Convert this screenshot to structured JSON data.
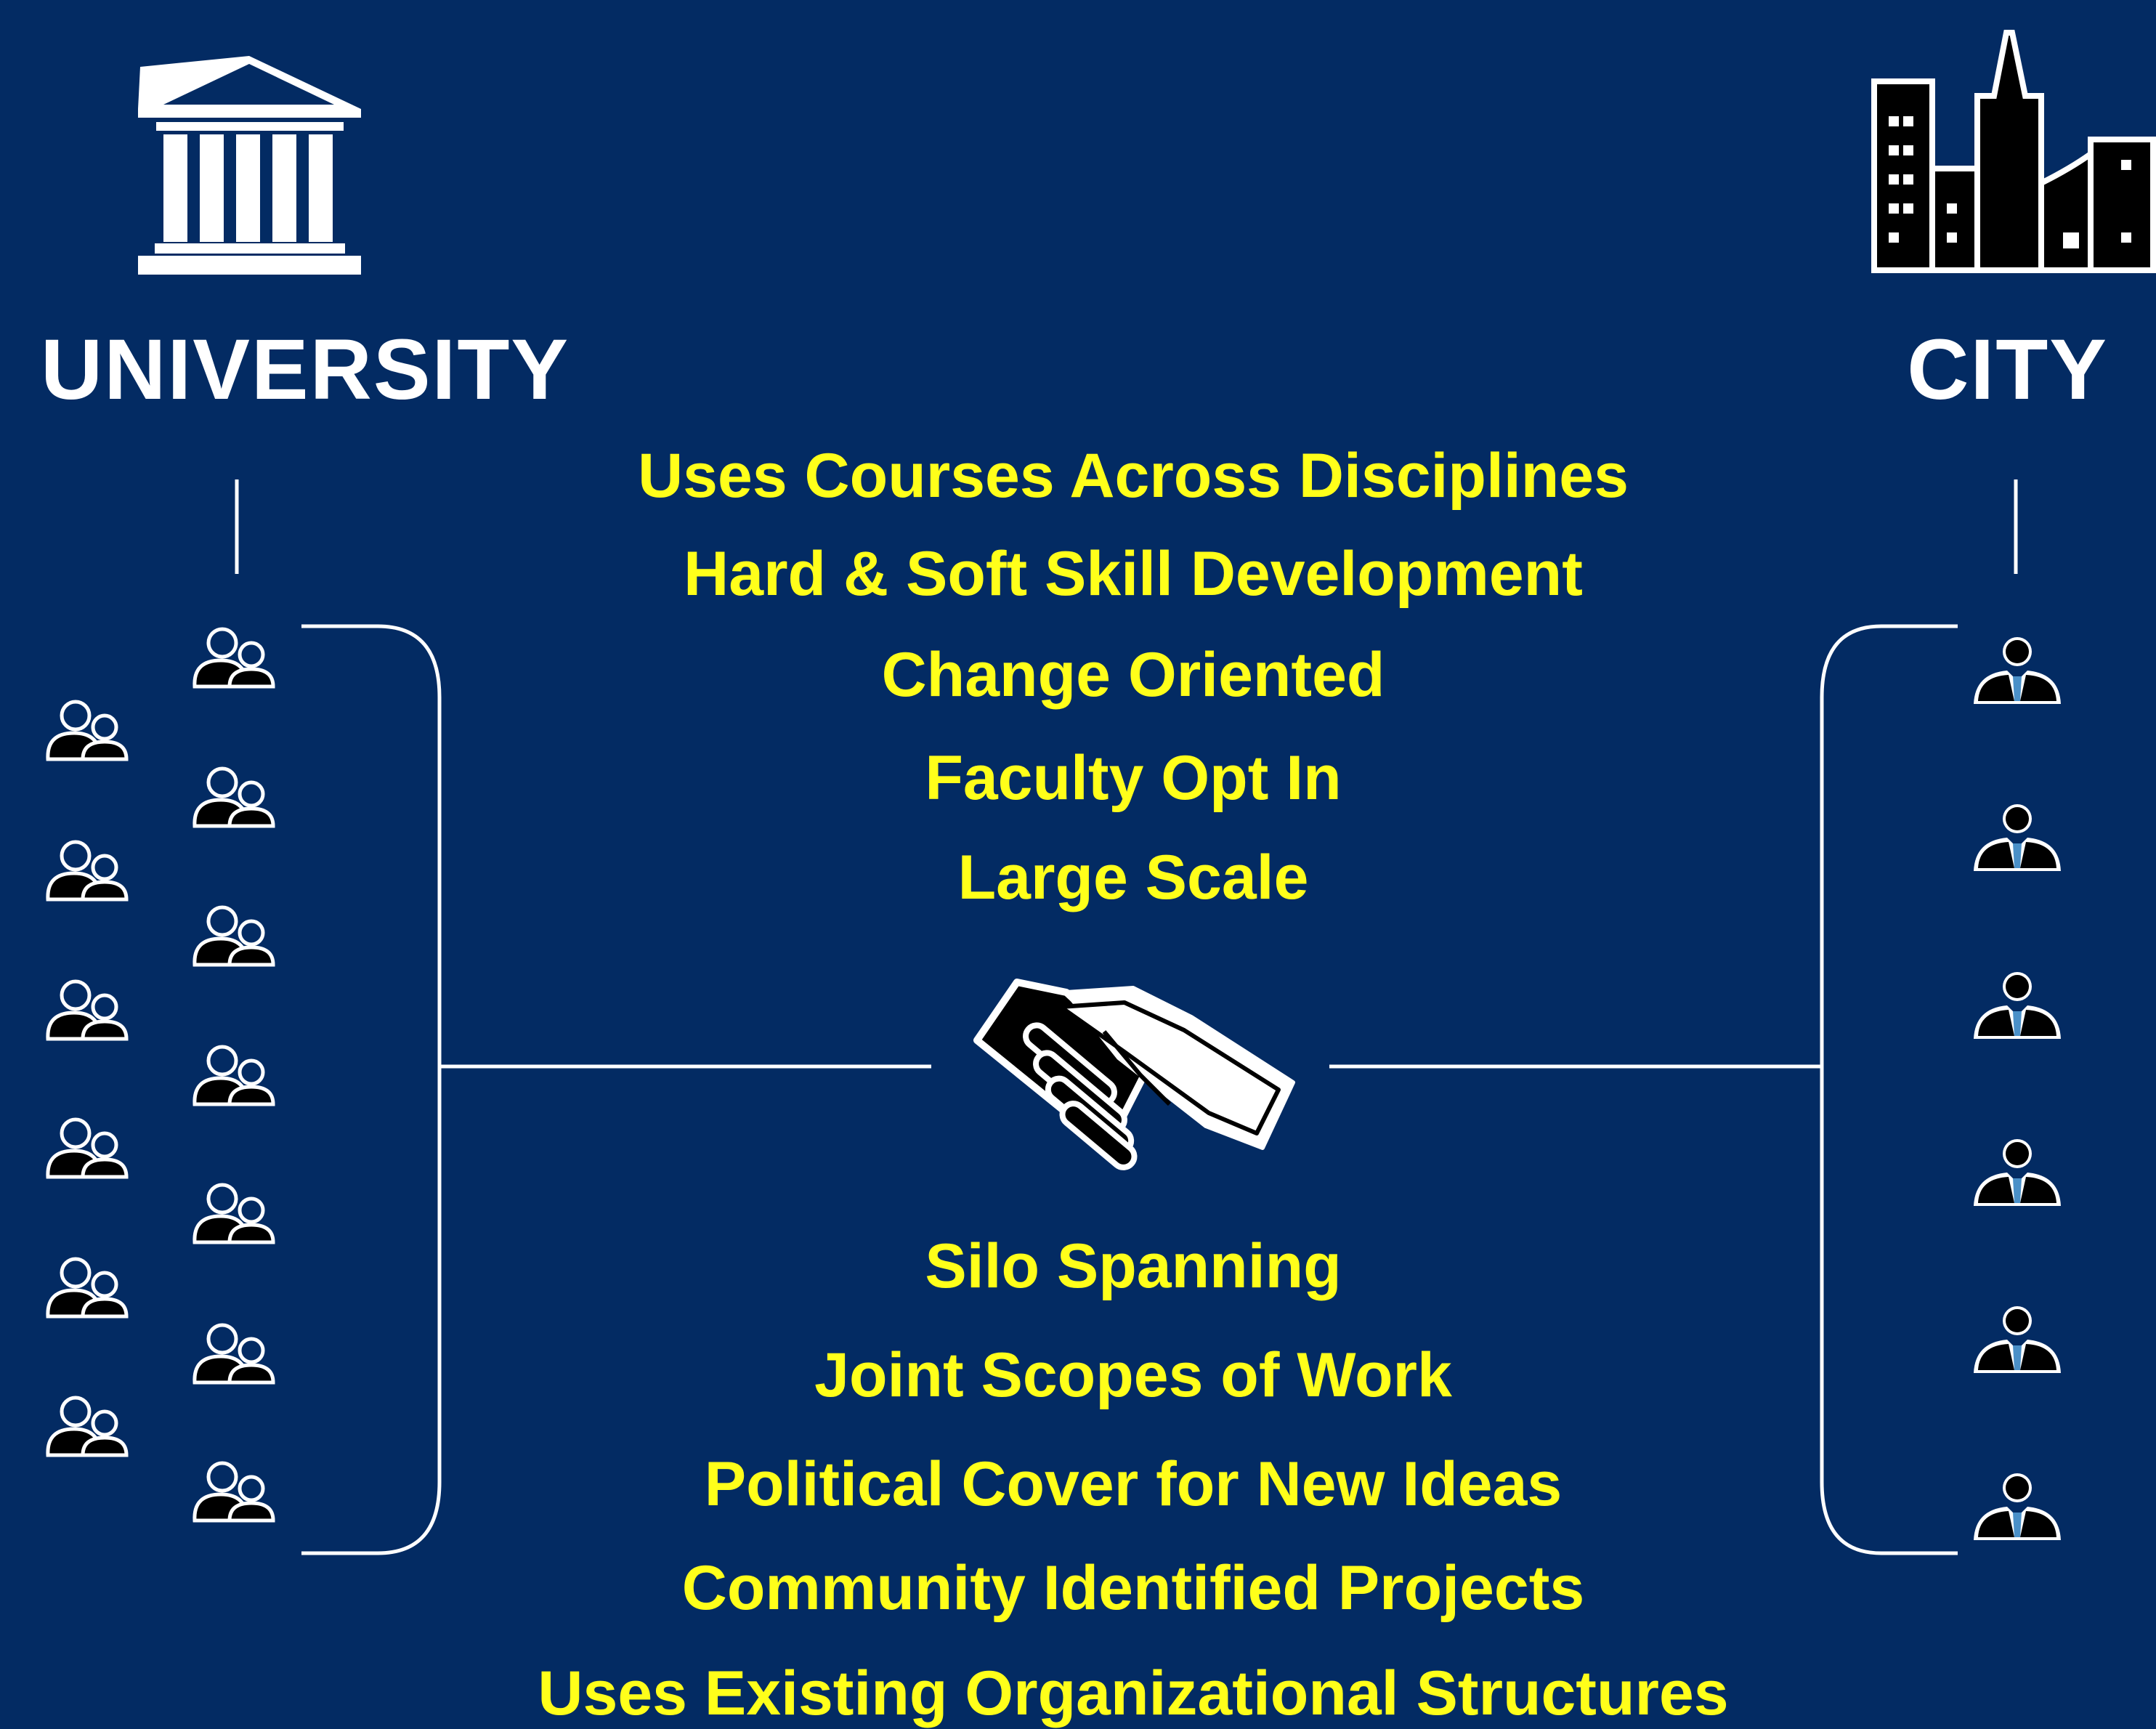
{
  "university": {
    "title": "UNIVERSITY",
    "icon": "university-building-icon",
    "group_icon": "student-group-icon"
  },
  "city": {
    "title": "CITY",
    "icon": "city-skyline-icon",
    "person_icon": "city-staff-icon"
  },
  "center_icon": "handshake-icon",
  "university_features": [
    "Uses Courses Across Disciplines",
    "Hard & Soft Skill Development",
    "Change  Oriented",
    "Faculty Opt In",
    "Large Scale"
  ],
  "city_features": [
    "Silo Spanning",
    "Joint Scopes of Work",
    "Political Cover for New Ideas",
    "Community Identified Projects",
    "Uses Existing Organizational Structures"
  ],
  "colors": {
    "background": "#032b63",
    "feature_text": "#ffff1a",
    "lines": "#ffffff"
  }
}
